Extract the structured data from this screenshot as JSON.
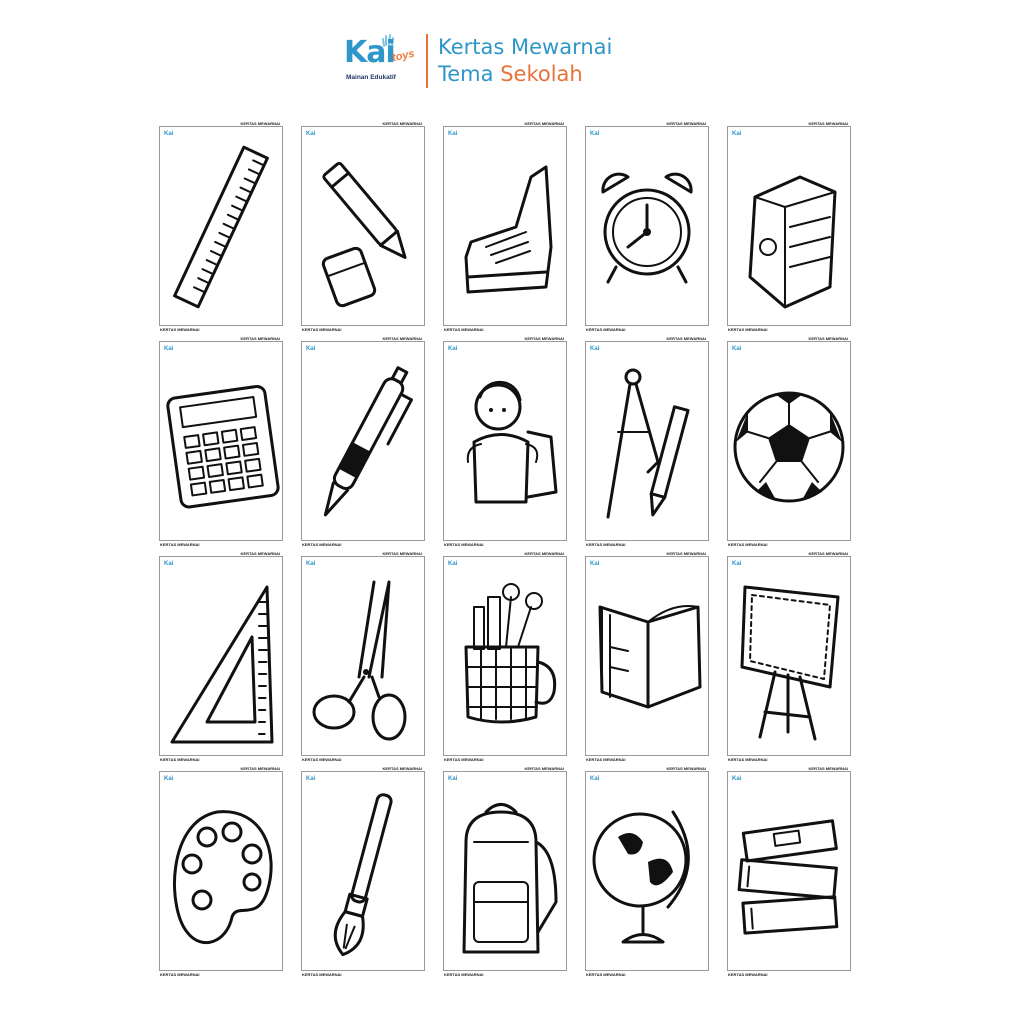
{
  "brand": {
    "logo_text": "Kai",
    "logo_sub": "toys",
    "tagline": "Mainan Edukatif",
    "logo_color": "#2f96c9",
    "accent_color": "#e8733a"
  },
  "title": {
    "line1": "Kertas Mewarnai",
    "line2_a": "Tema ",
    "line2_b": "Sekolah"
  },
  "sheet_tag": "KERTAS MEWARNAI",
  "sheet_logo": "Kai",
  "sheets": [
    {
      "icon": "ruler-icon"
    },
    {
      "icon": "pencil-eraser-icon"
    },
    {
      "icon": "shoe-icon"
    },
    {
      "icon": "alarm-clock-icon"
    },
    {
      "icon": "sharpener-icon"
    },
    {
      "icon": "calculator-icon"
    },
    {
      "icon": "pen-icon"
    },
    {
      "icon": "student-backpack-icon"
    },
    {
      "icon": "compass-icon"
    },
    {
      "icon": "soccer-ball-icon"
    },
    {
      "icon": "set-square-icon"
    },
    {
      "icon": "scissors-icon"
    },
    {
      "icon": "pencil-cup-icon"
    },
    {
      "icon": "book-icon"
    },
    {
      "icon": "whiteboard-easel-icon"
    },
    {
      "icon": "paint-palette-icon"
    },
    {
      "icon": "paintbrush-icon"
    },
    {
      "icon": "backpack-icon"
    },
    {
      "icon": "globe-icon"
    },
    {
      "icon": "book-stack-icon"
    }
  ]
}
